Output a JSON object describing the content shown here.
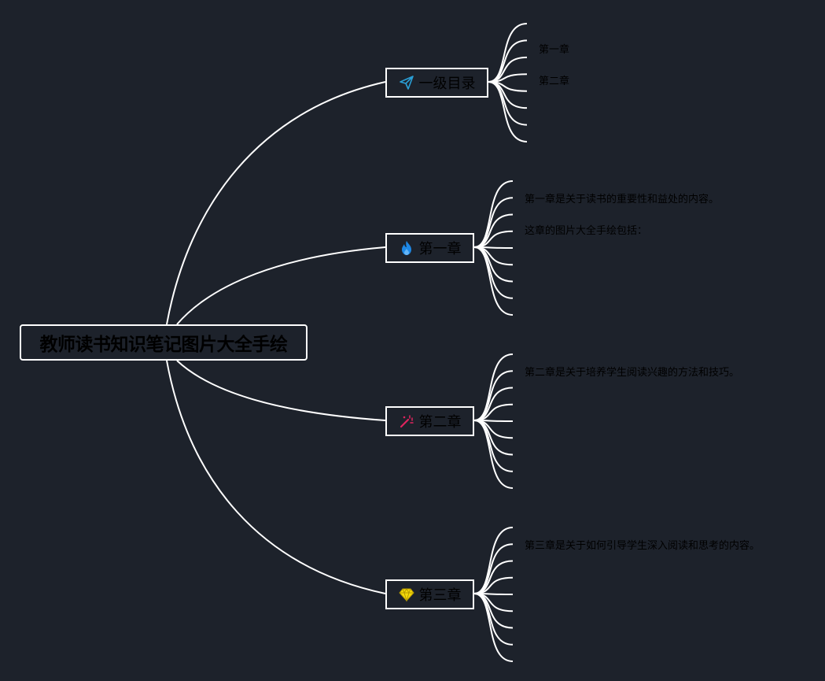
{
  "root": {
    "label": "教师读书知识笔记图片大全手绘"
  },
  "branches": [
    {
      "label": "一级目录",
      "icon": "paper-plane-icon",
      "icon_color": "#2a9fd6",
      "children": [
        "第一章",
        "第二章"
      ]
    },
    {
      "label": "第一章",
      "icon": "flame-icon",
      "icon_color": "#1e88e5",
      "children": [
        "第一章是关于读书的重要性和益处的内容。",
        "这章的图片大全手绘包括："
      ]
    },
    {
      "label": "第二章",
      "icon": "magic-wand-icon",
      "icon_color": "#e0245e",
      "children": [
        "第二章是关于培养学生阅读兴趣的方法和技巧。"
      ]
    },
    {
      "label": "第三章",
      "icon": "diamond-icon",
      "icon_color": "#f5d90a",
      "children": [
        "第三章是关于如何引导学生深入阅读和思考的内容。"
      ]
    }
  ],
  "colors": {
    "background": "#1d222b",
    "line": "#ffffff",
    "text": "#000000"
  }
}
